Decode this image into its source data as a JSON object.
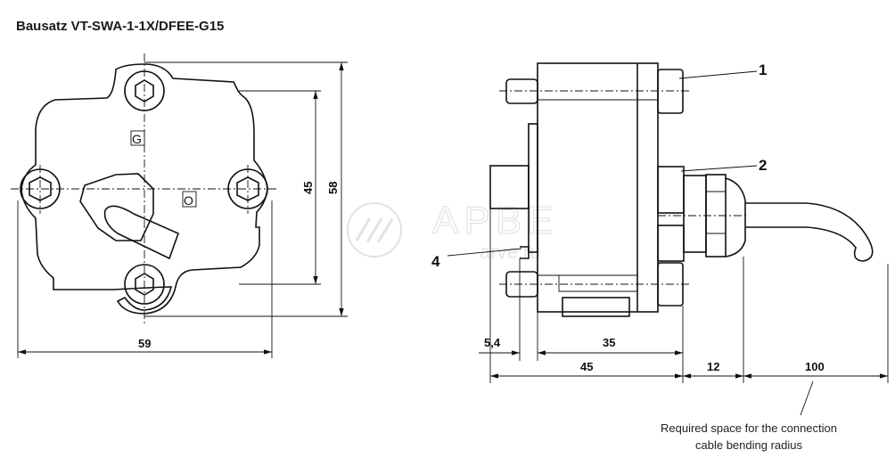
{
  "title": "Bausatz VT-SWA-1-1X/DFEE-G15",
  "front_view": {
    "marker_g": "G",
    "marker_o": "O",
    "dim_width": "59",
    "dim_bolt_spacing": "45",
    "dim_height": "58"
  },
  "side_view": {
    "callouts": [
      "1",
      "2",
      "4"
    ],
    "dim_a": "5,4",
    "dim_b": "35",
    "dim_c": "45",
    "dim_d": "12",
    "dim_e": "100"
  },
  "caption": {
    "line1": "Required space for the connection",
    "line2": "cable bending radius"
  },
  "watermark": {
    "logo": "APBE",
    "site": "arve.ru"
  }
}
